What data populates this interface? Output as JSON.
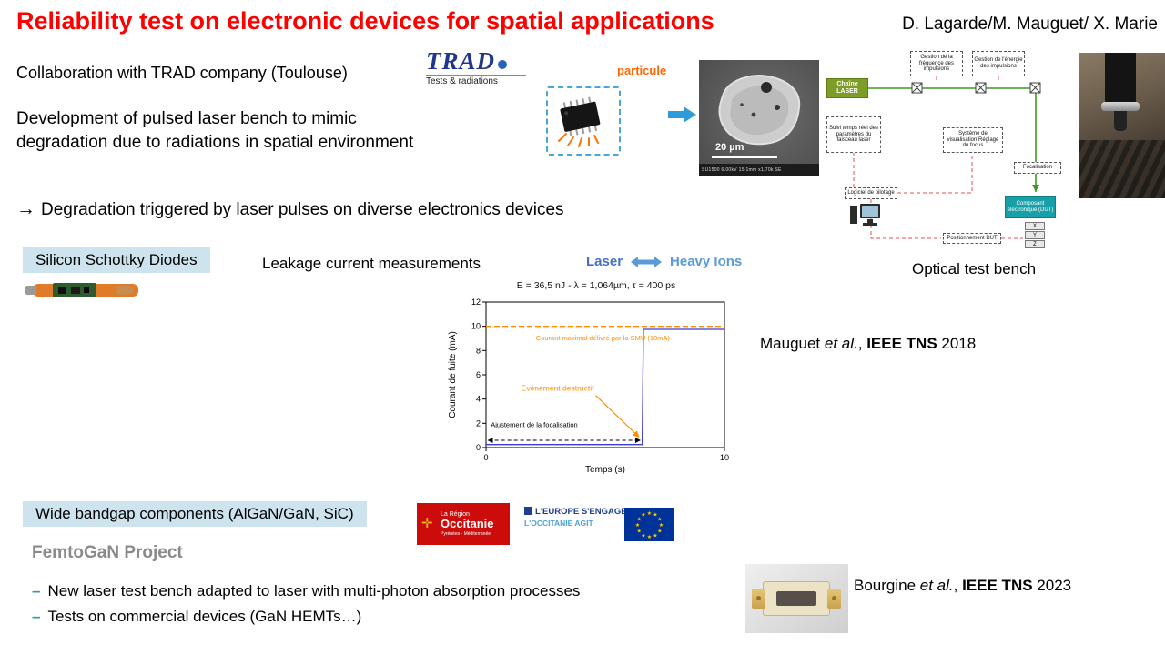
{
  "colors": {
    "title_red": "#fe0000",
    "highlight_blue": "#cde3ee",
    "accent_teal": "#2e9ba6",
    "laser_blue": "#4472c4",
    "ions_blue": "#5b9bd5",
    "particle_orange": "#ff6600",
    "smu_orange": "#ff8c00",
    "trace_blue": "#3a3ad4",
    "occitanie_red": "#cc0b0b",
    "eu_flag_blue": "#003399"
  },
  "header": {
    "title": "Reliability test on electronic devices for spatial applications",
    "authors": "D. Lagarde/M. Mauguet/ X. Marie"
  },
  "intro": {
    "collaboration": "Collaboration with TRAD company (Toulouse)",
    "development": "Development of pulsed laser bench to mimic degradation due to radiations in spatial environment",
    "arrow": "→",
    "degradation": "Degradation triggered by laser pulses on diverse electronics devices"
  },
  "trad_logo": {
    "name": "TRAD",
    "subtitle": "Tests & radiations"
  },
  "chip": {
    "label": "particule"
  },
  "sem": {
    "scale": "20 µm",
    "meta": "SU1500 6.00kV 15.1mm x1.70k SE"
  },
  "diagram": {
    "caption": "Optical test bench",
    "chaine": "Chaîne LASER",
    "freq": "Gestion de la fréquence des impulsions",
    "energie": "Gestion de l'énergie des impulsions",
    "suivi": "Suivi temps réel des paramètres du faisceau laser",
    "visu": "Système de visualisation Réglage du focus",
    "focal": "Focalisation",
    "logiciel": "Logiciel de pilotage",
    "dut": "Composant électronique (DUT)",
    "positionnement": "Positionnement DUT",
    "axes": [
      "X",
      "Y",
      "Z"
    ]
  },
  "schottky": {
    "label": "Silicon Schottky Diodes",
    "measurement": "Leakage current measurements",
    "laser": "Laser",
    "heavy_ions": "Heavy Ions",
    "ref": {
      "name": "Mauguet ",
      "etal": "et al.",
      "sep": ", ",
      "journal": "IEEE TNS",
      "year": " 2018"
    }
  },
  "chart_data": {
    "type": "line",
    "title": "E = 36,5 nJ - λ = 1,064µm, τ = 400 ps",
    "xlabel": "Temps (s)",
    "ylabel": "Courant de fuite (mA)",
    "xlim": [
      0,
      10
    ],
    "ylim": [
      0,
      12
    ],
    "x_ticks": [
      0,
      10
    ],
    "y_ticks": [
      0,
      2,
      4,
      6,
      8,
      10,
      12
    ],
    "grid": "off",
    "legend": "off",
    "series": [
      {
        "name": "Courant de fuite",
        "color": "#3a3ad4",
        "style": "solid",
        "points": [
          [
            0,
            0.25
          ],
          [
            6.55,
            0.25
          ],
          [
            6.6,
            9.75
          ],
          [
            10,
            9.75
          ]
        ]
      },
      {
        "name": "Courant maximal délivré par la SMU (10 mA)",
        "color": "#ff8c00",
        "style": "dashed",
        "points": [
          [
            0,
            10
          ],
          [
            10,
            10
          ]
        ]
      }
    ],
    "annotations": [
      {
        "text": "Courant maximal délivré par la SMU (10mA)",
        "color": "#ff8c00",
        "x": 4.9,
        "y": 8.85,
        "anchor": "middle",
        "size": 7.5
      },
      {
        "text": "Evénement destructif",
        "color": "#ff8c00",
        "x": 3.0,
        "y": 4.7,
        "anchor": "middle",
        "size": 8.5,
        "arrow_from": [
          4.6,
          4.3
        ],
        "arrow_to": [
          6.4,
          0.9
        ]
      },
      {
        "text": "Ajustement de la focalisation",
        "color": "#000000",
        "x": 0.2,
        "y": 1.7,
        "anchor": "start",
        "size": 7.5
      }
    ],
    "span_arrow": {
      "x1": 0.1,
      "x2": 6.45,
      "y": 0.6,
      "color": "#000000"
    }
  },
  "wbg": {
    "label": "Wide bandgap components (AlGaN/GaN, SiC)",
    "project": "FemtoGaN Project",
    "bullet_marker": "–",
    "bullets": [
      "New laser test bench adapted to laser with multi-photon absorption processes",
      "Tests on commercial devices  (GaN HEMTs…)"
    ],
    "ref": {
      "name": "Bourgine ",
      "etal": "et al.",
      "sep": ", ",
      "journal": "IEEE TNS",
      "year": " 2023"
    }
  },
  "logos": {
    "occitanie": {
      "line1": "La Région",
      "line2": "Occitanie",
      "line3": "Pyrénées - Méditerranée"
    },
    "europe": {
      "line1": "L'EUROPE S'ENGAGE",
      "line2": "L'OCCITANIE AGIT"
    }
  }
}
